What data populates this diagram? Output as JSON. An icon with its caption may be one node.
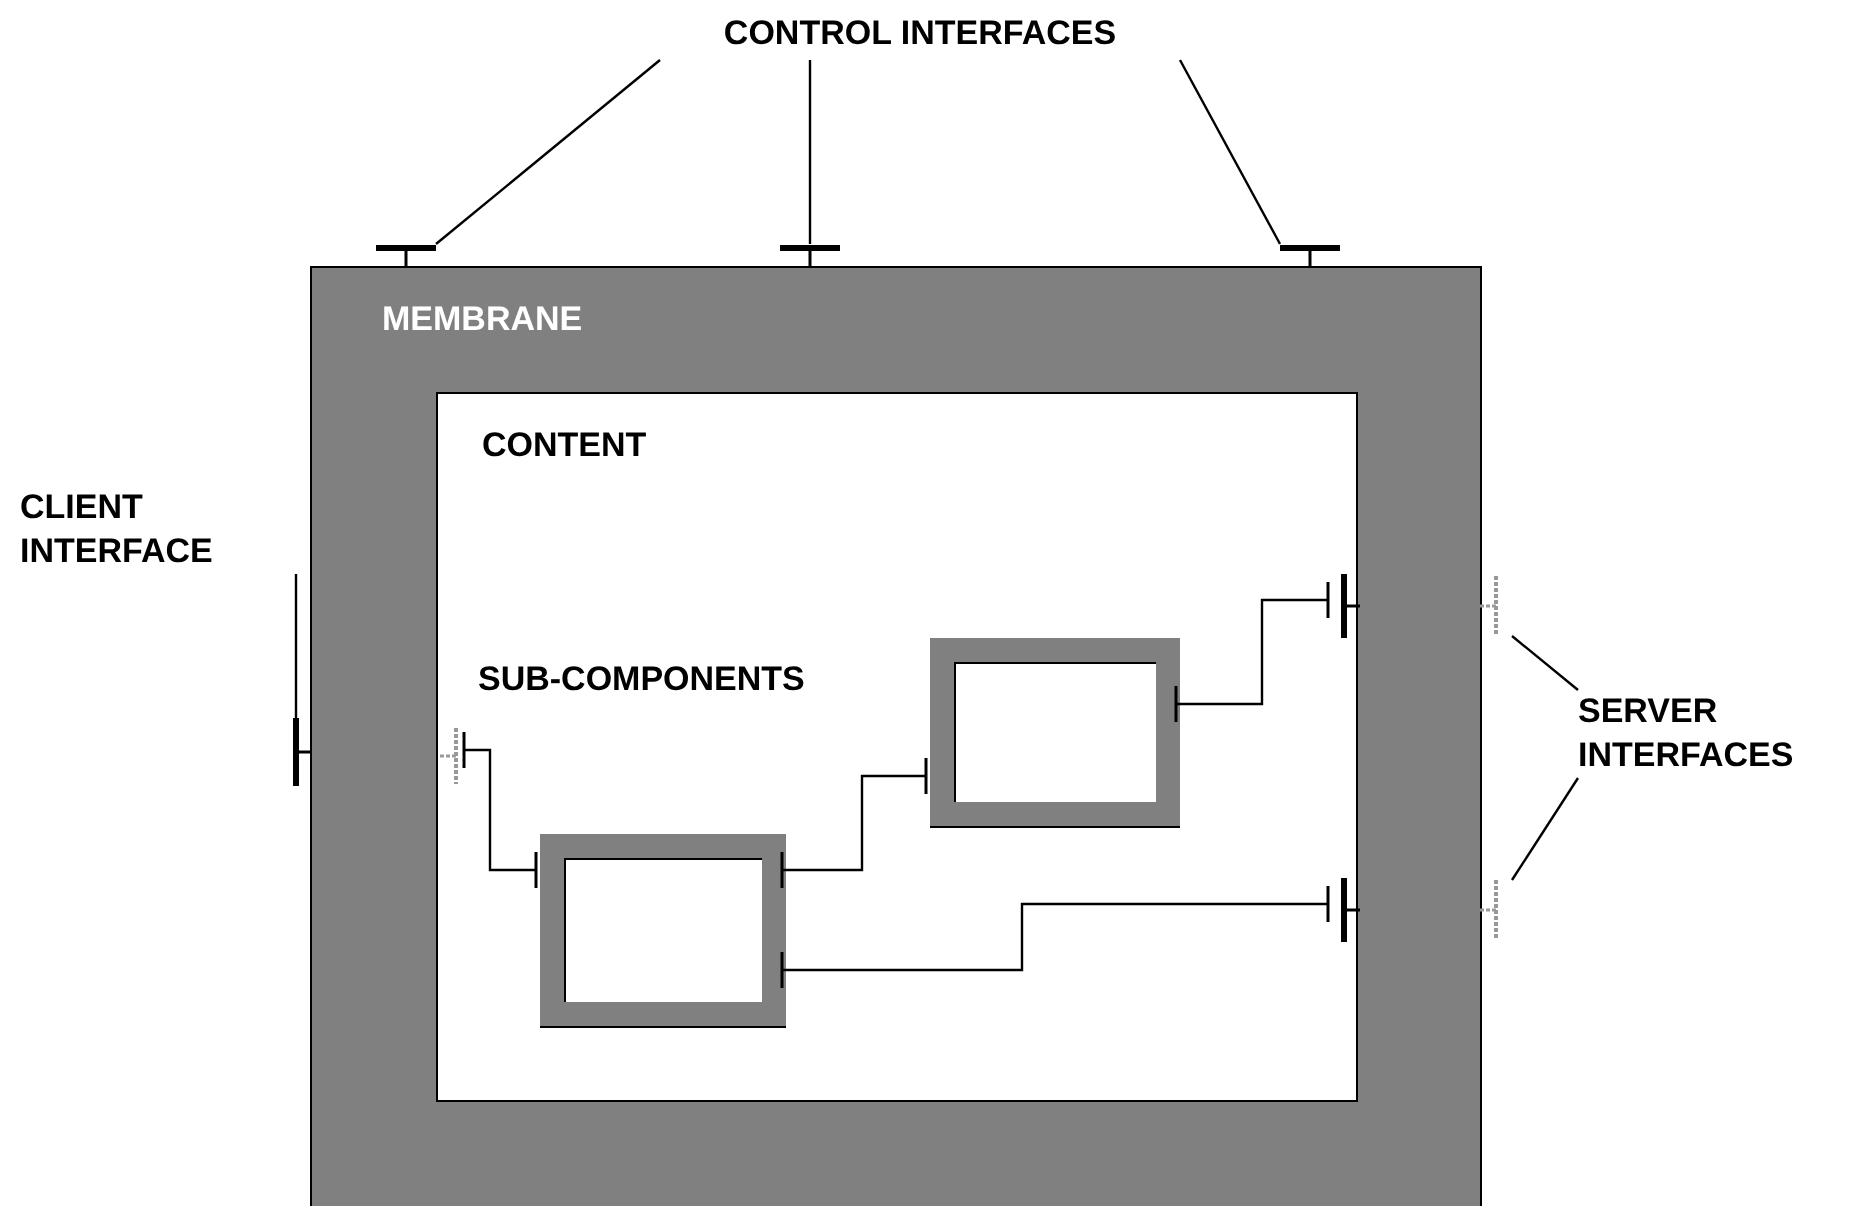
{
  "diagram": {
    "nodes": [
      {
        "text": [
          "MEMBRANE"
        ]
      },
      {
        "text": [
          "CONTENT"
        ],
        "in": 0
      },
      {
        "text": [],
        "shape": "box",
        "in": 1
      },
      {
        "text": [],
        "shape": "box",
        "in": 1
      },
      {
        "text": [
          "CONTROL INTERFACES"
        ]
      },
      {
        "text": [],
        "shape": "bar"
      },
      {
        "text": [],
        "shape": "bar"
      },
      {
        "text": [],
        "shape": "bar"
      },
      {
        "text": [
          "CLIENT INTERFACE"
        ]
      },
      {
        "text": [],
        "shape": "bar"
      },
      {
        "text": [
          "SERVER INTERFACES"
        ]
      },
      {
        "text": [],
        "shape": "bar"
      },
      {
        "text": [],
        "shape": "bar"
      },
      {
        "text": [],
        "shape": "bar",
        "in": 1
      },
      {
        "text": [],
        "shape": "bar",
        "in": 1
      },
      {
        "text": [],
        "shape": "bar",
        "in": 1
      }
    ],
    "edges": [
      {
        "from": 4,
        "to": 5,
        "arrow": "none"
      },
      {
        "from": 4,
        "to": 6,
        "arrow": "none"
      },
      {
        "from": 4,
        "to": 7,
        "arrow": "none"
      },
      {
        "from": 8,
        "to": 9,
        "arrow": "none"
      },
      {
        "from": 10,
        "to": 11,
        "arrow": "none"
      },
      {
        "from": 10,
        "to": 12,
        "arrow": "none"
      },
      {
        "from": 13,
        "to": 2,
        "arrow": "other"
      },
      {
        "from": 2,
        "to": 3,
        "arrow": "other"
      },
      {
        "from": 3,
        "to": 14,
        "arrow": "other"
      },
      {
        "from": 2,
        "to": 15,
        "arrow": "other"
      }
    ],
    "labels": [
      "SUB-COMPONENTS"
    ]
  }
}
